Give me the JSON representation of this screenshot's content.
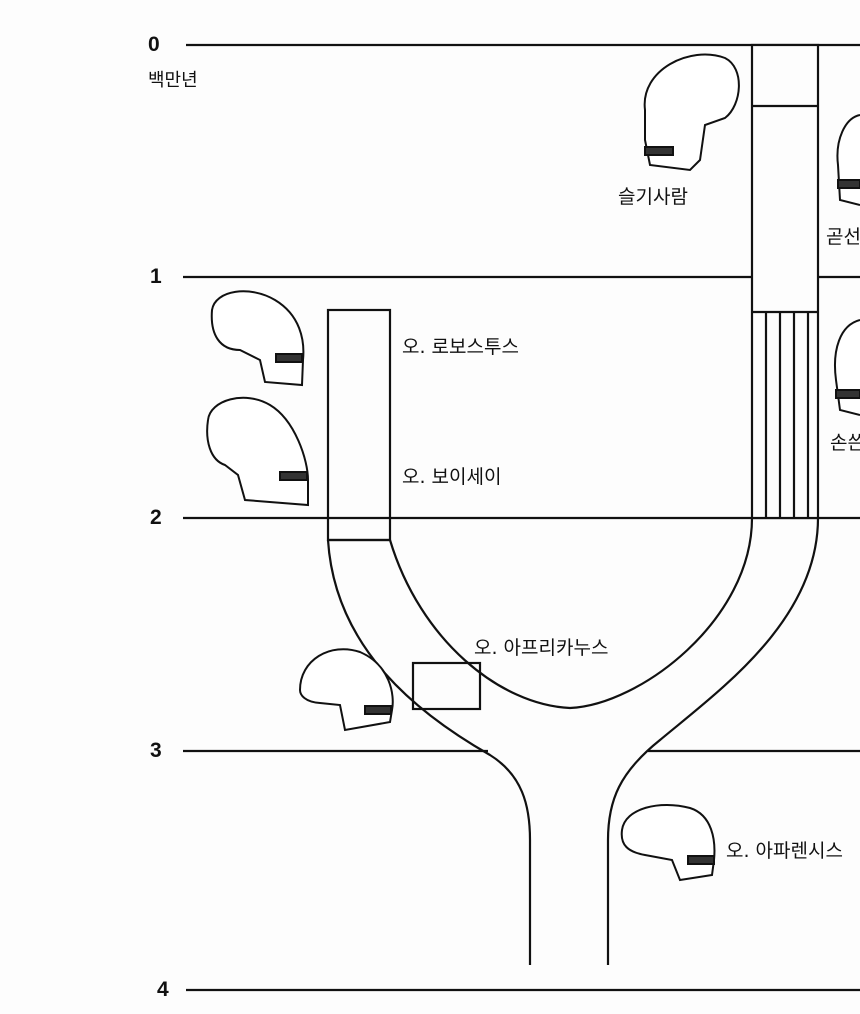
{
  "axis": {
    "ticks": [
      "0",
      "1",
      "2",
      "3",
      "4"
    ],
    "unit": "백만년"
  },
  "labels": {
    "sapiens": "슬기사람",
    "erectus": "곧선사람",
    "habilis": "손쓴사람",
    "robustus": "오. 로보스투스",
    "boisei": "오. 보이세이",
    "africanus": "오. 아프리카누스",
    "afarensis": "오. 아파렌시스"
  }
}
